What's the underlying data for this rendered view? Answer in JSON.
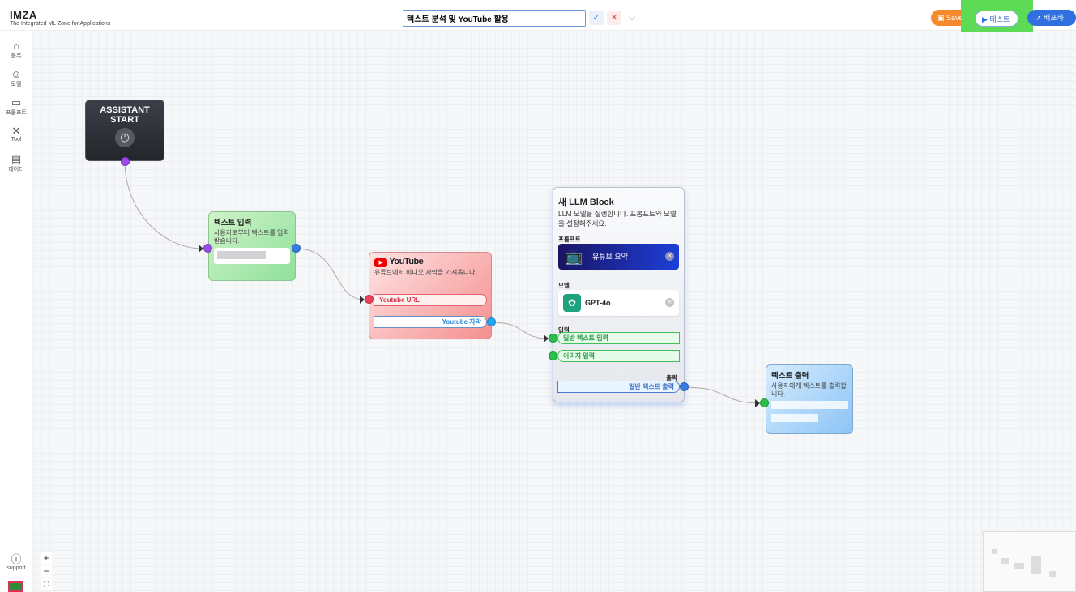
{
  "header": {
    "logo": "IMZA",
    "subtitle": "The Integrated ML Zone for Applications",
    "title_value": "텍스트 분석 및 YouTube 활용",
    "save_label": "Save",
    "test_label": "테스트",
    "deploy_label": "배포하기"
  },
  "sidebar": {
    "items": [
      {
        "label": "블록",
        "icon": "shapes-icon"
      },
      {
        "label": "모델",
        "icon": "robot-icon"
      },
      {
        "label": "프롬프트",
        "icon": "terminal-icon"
      },
      {
        "label": "Tool",
        "icon": "tools-icon"
      },
      {
        "label": "데이터",
        "icon": "table-icon"
      }
    ],
    "support": "support"
  },
  "nodes": {
    "start": {
      "title1": "ASSISTANT",
      "title2": "START"
    },
    "text_input": {
      "title": "텍스트 입력",
      "desc": "사용자로부터 텍스트를 입력받습니다."
    },
    "youtube": {
      "logo": "YouTube",
      "desc": "유튜브에서 비디오 자막을 가져옵니다.",
      "input": "Youtube URL",
      "output": "Youtube 자막"
    },
    "llm": {
      "title": "새 LLM Block",
      "desc": "LLM 모델을 실행합니다. 프롬프트와 모델을 설정해주세요.",
      "prompt_label": "프롬프트",
      "prompt_value": "유튜브 요약",
      "model_label": "모델",
      "model_value": "GPT-4o",
      "input_label": "입력",
      "inputs": [
        "일반 텍스트 입력",
        "이미지 입력"
      ],
      "output_label": "출력",
      "output": "일반 텍스트 출력"
    },
    "text_output": {
      "title": "텍스트 출력",
      "desc": "사용자에게 텍스트를 출력합니다."
    }
  },
  "colors": {
    "save": "#f58a2c",
    "deploy": "#2f6fe0",
    "highlight": "#5ddb57"
  }
}
